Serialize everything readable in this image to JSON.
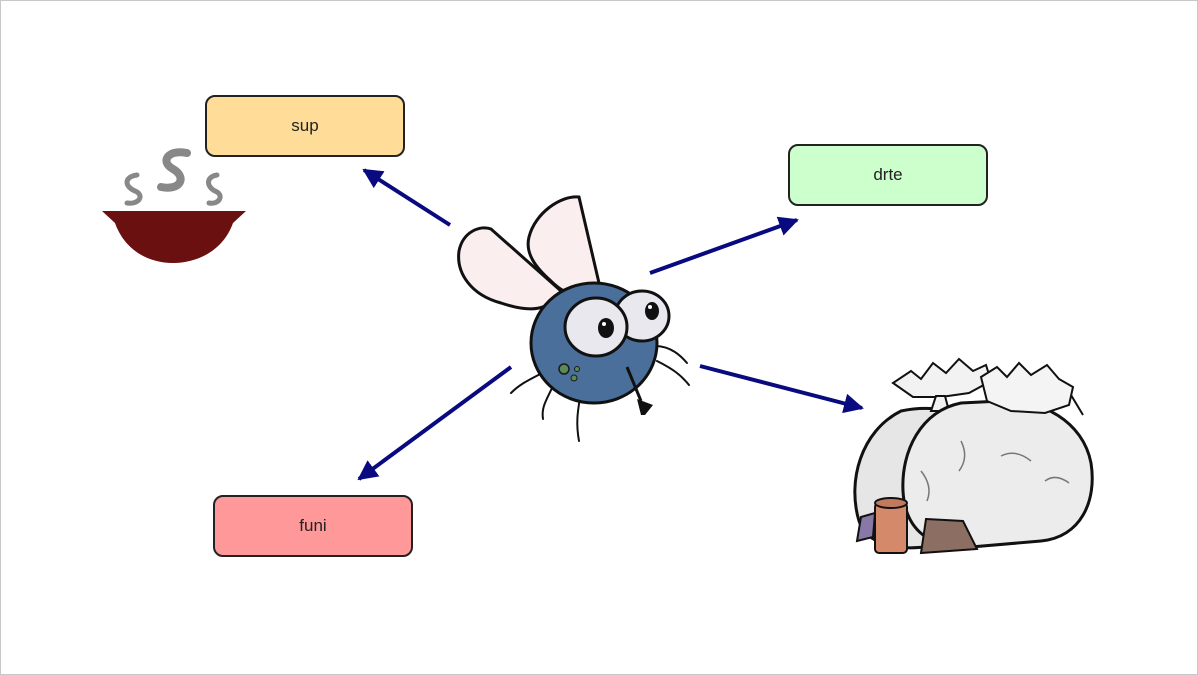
{
  "diagram": {
    "center": {
      "icon": "fly-icon"
    },
    "nodes": [
      {
        "id": "sup",
        "label": "sup",
        "color": "#ffdd99",
        "icon": "soup-bowl-icon"
      },
      {
        "id": "drte",
        "label": "drte",
        "color": "#ccffcc"
      },
      {
        "id": "funi",
        "label": "funi",
        "color": "#ff9999"
      },
      {
        "id": "trash",
        "label": "",
        "icon": "garbage-bags-icon"
      }
    ],
    "colors": {
      "arrow": "#0a0a80",
      "outline": "#222222"
    }
  }
}
